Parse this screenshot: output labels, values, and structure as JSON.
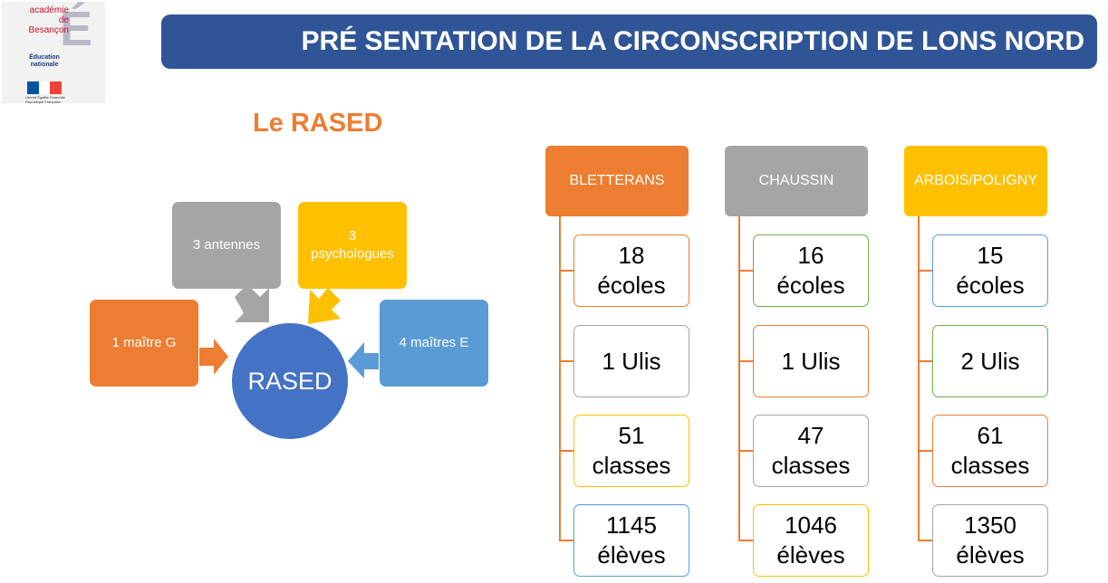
{
  "logo": {
    "line1": "académie",
    "line2": "de Besançon",
    "line3": "Éducation",
    "line4": "nationale",
    "motto": "Liberté Égalité Fraternité",
    "motto2": "République Française",
    "flag_colors": [
      "#0055a4",
      "#ffffff",
      "#ef4135"
    ]
  },
  "header": {
    "title": "PRÉ SENTATION DE LA CIRCONSCRIPTION DE LONS NORD"
  },
  "rased": {
    "heading": "Le RASED",
    "center": "RASED",
    "items": {
      "maitre_g": "1 maître G",
      "antennes": "3 antennes",
      "psychologues": "3 psychologues",
      "maitres_e": "4 maîtres E"
    }
  },
  "columns": [
    {
      "name": "BLETTERANS",
      "color": "#ed7d31",
      "cells": [
        {
          "l1": "18",
          "l2": "écoles",
          "border": "#ed7d31"
        },
        {
          "l1": "1 Ulis",
          "l2": "",
          "border": "#a5a5a5"
        },
        {
          "l1": "51",
          "l2": "classes",
          "border": "#ffc000"
        },
        {
          "l1": "1145",
          "l2": "élèves",
          "border": "#5b9bd5"
        }
      ]
    },
    {
      "name": "CHAUSSIN",
      "color": "#a5a5a5",
      "cells": [
        {
          "l1": "16",
          "l2": "écoles",
          "border": "#70ad47"
        },
        {
          "l1": "1 Ulis",
          "l2": "",
          "border": "#ed7d31"
        },
        {
          "l1": "47",
          "l2": "classes",
          "border": "#a5a5a5"
        },
        {
          "l1": "1046",
          "l2": "élèves",
          "border": "#ffc000"
        }
      ]
    },
    {
      "name": "ARBOIS/POLIGNY",
      "color": "#ffc000",
      "cells": [
        {
          "l1": "15",
          "l2": "écoles",
          "border": "#5b9bd5"
        },
        {
          "l1": "2 Ulis",
          "l2": "",
          "border": "#70ad47"
        },
        {
          "l1": "61",
          "l2": "classes",
          "border": "#ed7d31"
        },
        {
          "l1": "1350",
          "l2": "élèves",
          "border": "#a5a5a5"
        }
      ]
    }
  ]
}
